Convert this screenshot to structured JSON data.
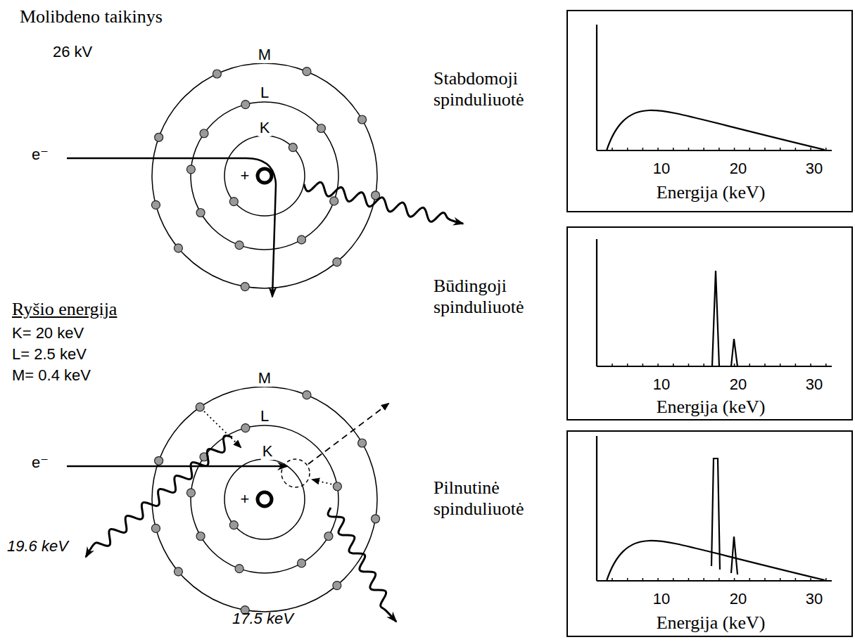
{
  "diagram": {
    "nodes": [
      {
        "text": [
          "Stabdomoji spinduliuotė",
          "10",
          "20",
          "30",
          "Energija (keV)"
        ]
      },
      {
        "text": [
          "Būdingoji spinduliuotė",
          "10",
          "20",
          "30",
          "Energija (keV)"
        ]
      },
      {
        "text": [
          "Pilnutinė spinduliuotė",
          "10",
          "20",
          "30",
          "Energija (keV)"
        ]
      }
    ],
    "labels": [
      "Molibdeno taikinys",
      "26 kV",
      "M",
      "L",
      "K",
      "e⁻",
      "+",
      "Ryšio energija",
      "K= 20 keV",
      "L= 2.5 keV",
      "M= 0.4 keV",
      "M",
      "L",
      "K",
      "e⁻",
      "+",
      "19.6 keV",
      "17.5 keV"
    ]
  }
}
